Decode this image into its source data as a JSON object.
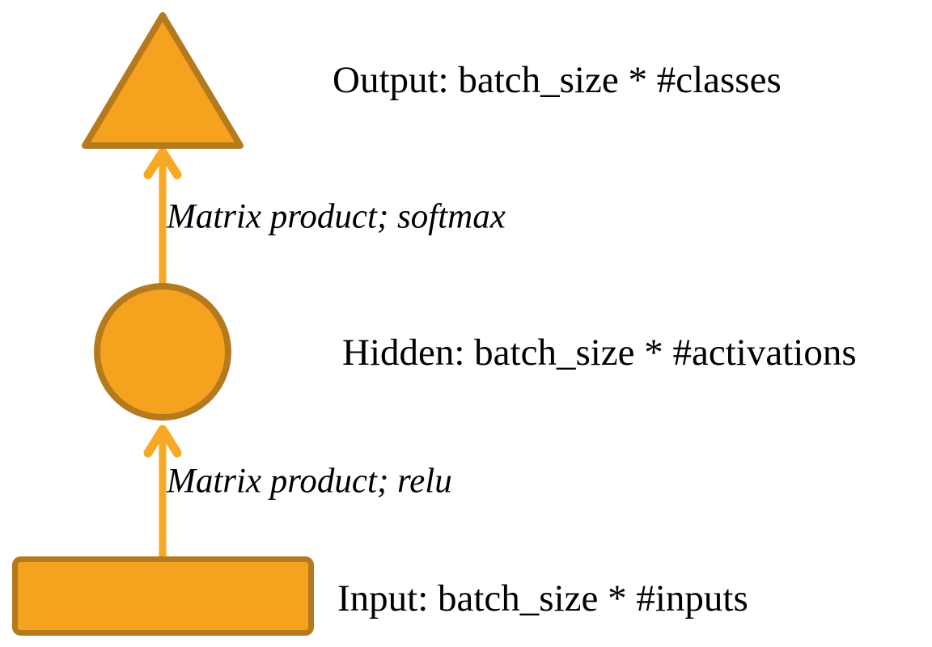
{
  "diagram": {
    "title": "neural-network-layer-diagram",
    "nodes": [
      {
        "id": "output",
        "shape": "triangle",
        "label": "Output: batch_size * #classes"
      },
      {
        "id": "hidden",
        "shape": "circle",
        "label": "Hidden: batch_size * #activations"
      },
      {
        "id": "input",
        "shape": "rectangle",
        "label": "Input: batch_size * #inputs"
      }
    ],
    "edges": [
      {
        "from": "hidden",
        "to": "output",
        "label": "Matrix product; softmax"
      },
      {
        "from": "input",
        "to": "hidden",
        "label": "Matrix product; relu"
      }
    ],
    "colors": {
      "shape_fill": "#F5A31F",
      "shape_stroke": "#B5791E",
      "arrow": "#F7A824",
      "text": "#000000",
      "background": "#FFFFFF"
    }
  }
}
